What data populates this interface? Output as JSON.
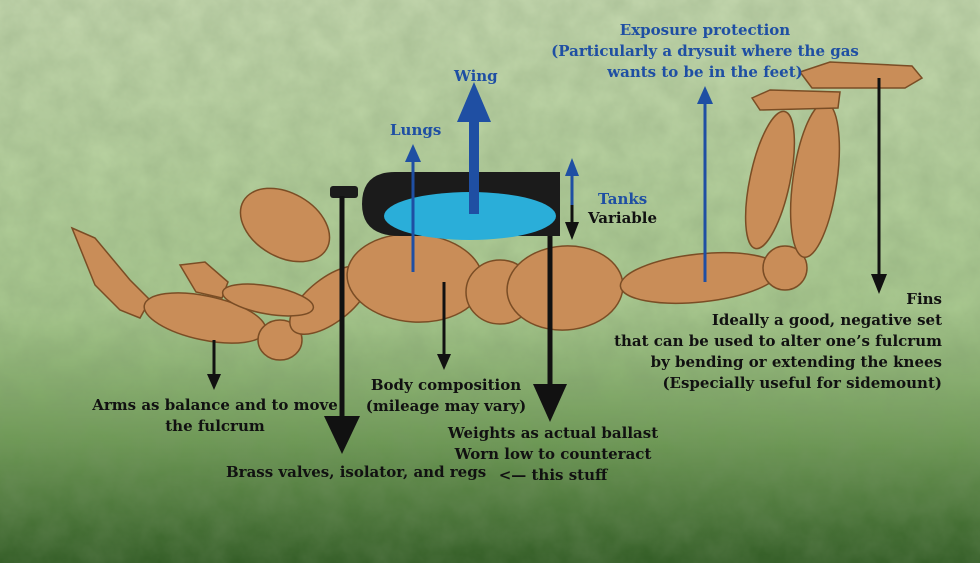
{
  "colors": {
    "background_light": "#c9dcb4",
    "background_dark": "#3d6a2c",
    "blue_arrow": "#1f4fa3",
    "black_arrow": "#111111",
    "wood": "#c98d58",
    "tank": "#1b1b1b",
    "wing_fill": "#2aaed9"
  },
  "labels": {
    "wing": "Wing",
    "lungs": "Lungs",
    "exposure_title": "Exposure protection",
    "exposure_detail_1": "(Particularly a drysuit where the gas",
    "exposure_detail_2": "wants to be in the feet)",
    "tanks": "Tanks",
    "variable": "Variable",
    "fins_title": "Fins",
    "fins_line_1": "Ideally a good, negative set",
    "fins_line_2": "that can be used to alter one’s fulcrum",
    "fins_line_3": "by bending or extending the knees",
    "fins_line_4": "(Especially useful for sidemount)",
    "body_1": "Body composition",
    "body_2": "(mileage may vary)",
    "arms_1": "Arms as balance and to move",
    "arms_2": "the fulcrum",
    "weights_1": "Weights as actual ballast",
    "weights_2": "Worn low to counteract",
    "weights_3": "<— this stuff",
    "brass": "Brass valves, isolator, and regs"
  }
}
